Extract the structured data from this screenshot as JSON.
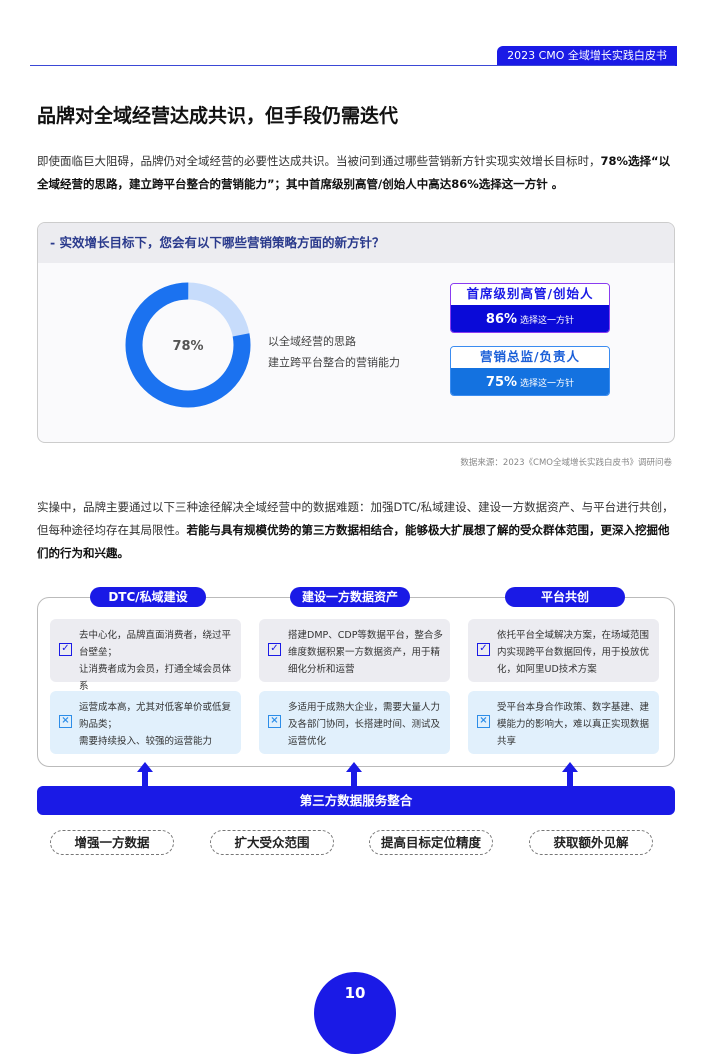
{
  "header": {
    "doc_title": "2023 CMO 全域增长实践白皮书"
  },
  "title": "品牌对全域经营达成共识，但手段仍需迭代",
  "intro": {
    "normal": "即使面临巨大阻碍，品牌仍对全域经营的必要性达成共识。当被问到通过哪些营销新方针实现实效增长目标时，",
    "bold": "78%选择“以全域经营的思路，建立跨平台整合的营销能力”；其中首席级别高管/创始人中高达86%选择这一方针 。"
  },
  "survey": {
    "question": "- 实效增长目标下，您会有以下哪些营销策略方面的新方针？",
    "donut_value": "78%",
    "donut_fraction": 0.78,
    "option_line1": "以全域经营的思路",
    "option_line2": "建立跨平台整合的营销能力",
    "groups": [
      {
        "title": "首席级别高管/创始人",
        "pct": "86%",
        "suffix": "选择这一方针"
      },
      {
        "title": "营销总监/负责人",
        "pct": "75%",
        "suffix": "选择这一方针"
      }
    ],
    "source": "数据来源：2023《CMO全域增长实践白皮书》调研问卷"
  },
  "para2": {
    "normal": "实操中，品牌主要通过以下三种途径解决全域经营中的数据难题：加强DTC/私域建设、建设一方数据资产、与平台进行共创，但每种途径均存在其局限性。",
    "bold": "若能与具有规模优势的第三方数据相结合，能够极大扩展想了解的受众群体范围，更深入挖掘他们的行为和兴趣。"
  },
  "columns": [
    {
      "title": "DTC/私域建设",
      "pro": "去中心化，品牌直面消费者，绕过平台壁垒；\n让消费者成为会员，打通全域会员体系",
      "con": "运营成本高，尤其对低客单价或低复购品类；\n需要持续投入、较强的运营能力"
    },
    {
      "title": "建设一方数据资产",
      "pro": "搭建DMP、CDP等数据平台，整合多维度数据积累一方数据资产，用于精细化分析和运营",
      "con": "多适用于成熟大企业，需要大量人力及各部门协同，长搭建时间、测试及运营优化"
    },
    {
      "title": "平台共创",
      "pro": "依托平台全域解决方案，在场域范围内实现跨平台数据回传，用于投放优化，如阿里UD技术方案",
      "con": "受平台本身合作政策、数字基建、建模能力的影响大，难以真正实现数据共享"
    }
  ],
  "integration": "第三方数据服务整合",
  "benefits": [
    "增强一方数据",
    "扩大受众范围",
    "提高目标定位精度",
    "获取额外见解"
  ],
  "page_number": "10"
}
